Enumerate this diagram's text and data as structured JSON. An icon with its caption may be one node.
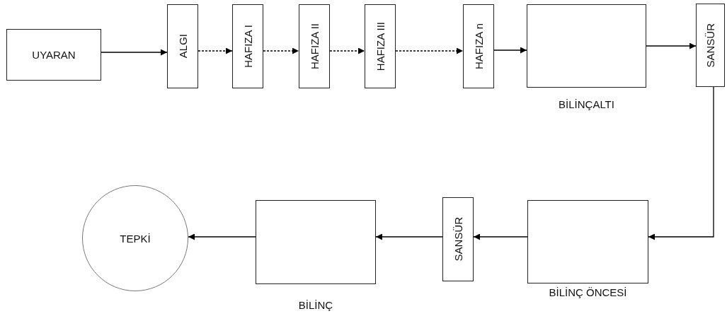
{
  "diagram": {
    "nodes": [
      {
        "text": [
          "UYARAN"
        ]
      },
      {
        "text": [
          "ALGI"
        ]
      },
      {
        "text": [
          "HAFIZA I"
        ]
      },
      {
        "text": [
          "HAFIZA II"
        ]
      },
      {
        "text": [
          "HAFIZA III"
        ]
      },
      {
        "text": [
          "HAFIZA n"
        ]
      },
      {
        "text": [
          "BİLİNÇALTI"
        ]
      },
      {
        "text": [
          "SANSÜR"
        ]
      },
      {
        "text": [
          "BİLİNÇ ÖNCESİ"
        ]
      },
      {
        "text": [
          "SANSÜR"
        ]
      },
      {
        "text": [
          "BİLİNÇ"
        ]
      },
      {
        "text": [
          "TEPKİ"
        ]
      }
    ],
    "edges": [
      {
        "from": 0,
        "to": 1,
        "arrow": "to"
      },
      {
        "from": 1,
        "to": 2,
        "arrow": "to",
        "style": "dashed"
      },
      {
        "from": 2,
        "to": 3,
        "arrow": "to",
        "style": "dashed"
      },
      {
        "from": 3,
        "to": 4,
        "arrow": "to",
        "style": "dashed"
      },
      {
        "from": 4,
        "to": 5,
        "arrow": "to",
        "style": "dashed"
      },
      {
        "from": 5,
        "to": 6,
        "arrow": "to"
      },
      {
        "from": 6,
        "to": 7,
        "arrow": "to"
      },
      {
        "from": 7,
        "to": 8,
        "arrow": "to"
      },
      {
        "from": 8,
        "to": 9,
        "arrow": "to"
      },
      {
        "from": 9,
        "to": 10,
        "arrow": "to"
      },
      {
        "from": 10,
        "to": 11,
        "arrow": "to"
      }
    ]
  }
}
